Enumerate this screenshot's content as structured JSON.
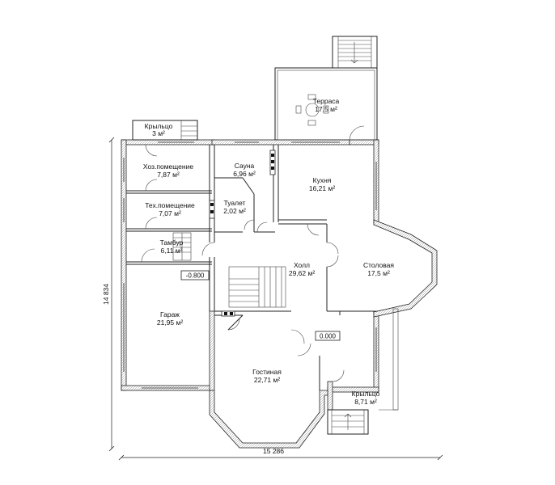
{
  "rooms": [
    {
      "name": "Терраса",
      "area": "17,5 м²"
    },
    {
      "name": "Крыльцо",
      "area": "3 м²"
    },
    {
      "name": "Хоз.помещение",
      "area": "7,87 м²"
    },
    {
      "name": "Сауна",
      "area": "6,96 м²"
    },
    {
      "name": "Кухня",
      "area": "16,21 м²"
    },
    {
      "name": "Тех.помещение",
      "area": "7,07 м²"
    },
    {
      "name": "Туалет",
      "area": "2,02 м²"
    },
    {
      "name": "Тамбур",
      "area": "6,11 м²"
    },
    {
      "name": "Холл",
      "area": "29,62 м²"
    },
    {
      "name": "Столовая",
      "area": "17,5 м²"
    },
    {
      "name": "Гараж",
      "area": "21,95 м²"
    },
    {
      "name": "Гостиная",
      "area": "22,71 м²"
    },
    {
      "name": "Крыльцо",
      "area": "8,71 м²"
    }
  ],
  "levels": {
    "garage": "-0.800",
    "main": "0.000"
  },
  "dimensions": {
    "width": "15 286",
    "height": "14 834"
  }
}
